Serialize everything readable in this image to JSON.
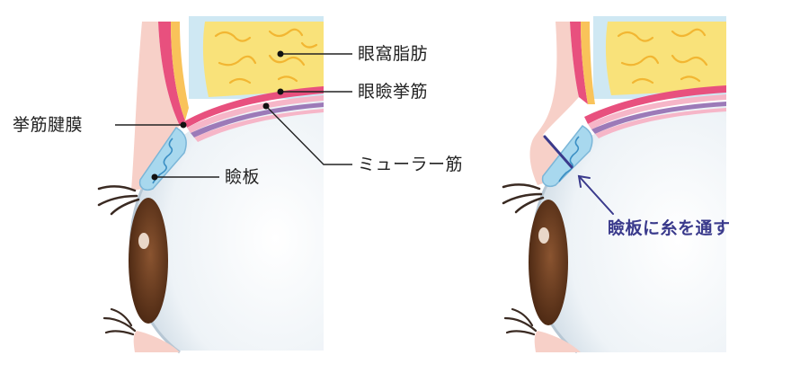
{
  "labels": {
    "orbital_fat": "眼窩脂肪",
    "levator_muscle": "眼瞼挙筋",
    "levator_aponeurosis": "挙筋腱膜",
    "muller_muscle": "ミューラー筋",
    "tarsus": "瞼板"
  },
  "callout": {
    "text": "瞼板に糸を通す"
  },
  "colors": {
    "fat_yellow": "#f9e27a",
    "fat_vein": "#f2b632",
    "fat_bg": "#cfe8f3",
    "muscle_pink": "#e8507e",
    "muscle_light": "#f6b6c8",
    "muscle_purple": "#9c7ab8",
    "skin": "#f7d0c8",
    "tarsus_blue": "#a8d8ee",
    "eye_white": "#eef3f7",
    "iris": "#6b3e22",
    "callout_blue": "#3a3a8c"
  }
}
